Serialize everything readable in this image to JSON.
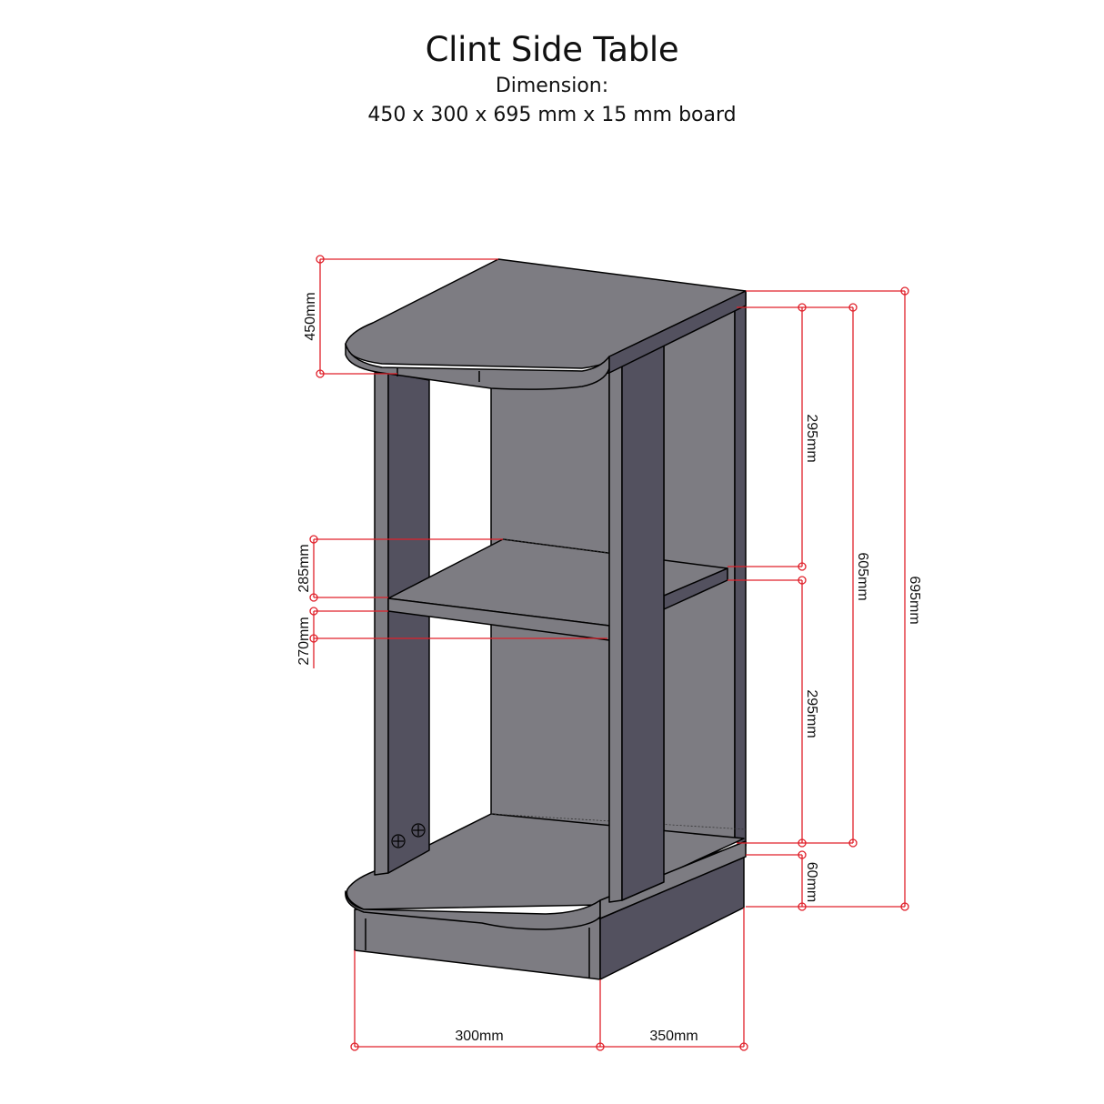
{
  "header": {
    "title": "Clint Side Table",
    "subtitle": "Dimension:",
    "dimensions": "450 x 300 x 695 mm x 15 mm board"
  },
  "colors": {
    "dimension_line": "#e0202a",
    "panel_light": "#7d7c82",
    "panel_dark": "#53515f",
    "edge_outline": "#000000",
    "background": "#ffffff"
  },
  "dimension_labels": {
    "top_depth": "450mm",
    "shelf_gap_upper": "285mm",
    "shelf_gap_lower": "270mm",
    "upper_opening": "295mm",
    "lower_opening": "295mm",
    "inner_height": "605mm",
    "total_height": "695mm",
    "plinth_height": "60mm",
    "front_width": "300mm",
    "side_depth": "350mm"
  },
  "chart_data": {
    "type": "table",
    "title": "Clint Side Table",
    "subtitle": "Dimension: 450 x 300 x 695 mm x 15 mm board",
    "dimensions_mm": {
      "top_depth": 450,
      "front_width": 300,
      "side_depth": 350,
      "total_height": 695,
      "inner_height": 605,
      "upper_opening": 295,
      "lower_opening": 295,
      "plinth_height": 60,
      "shelf_gap_upper": 285,
      "shelf_gap_lower": 270,
      "board_thickness": 15
    }
  }
}
